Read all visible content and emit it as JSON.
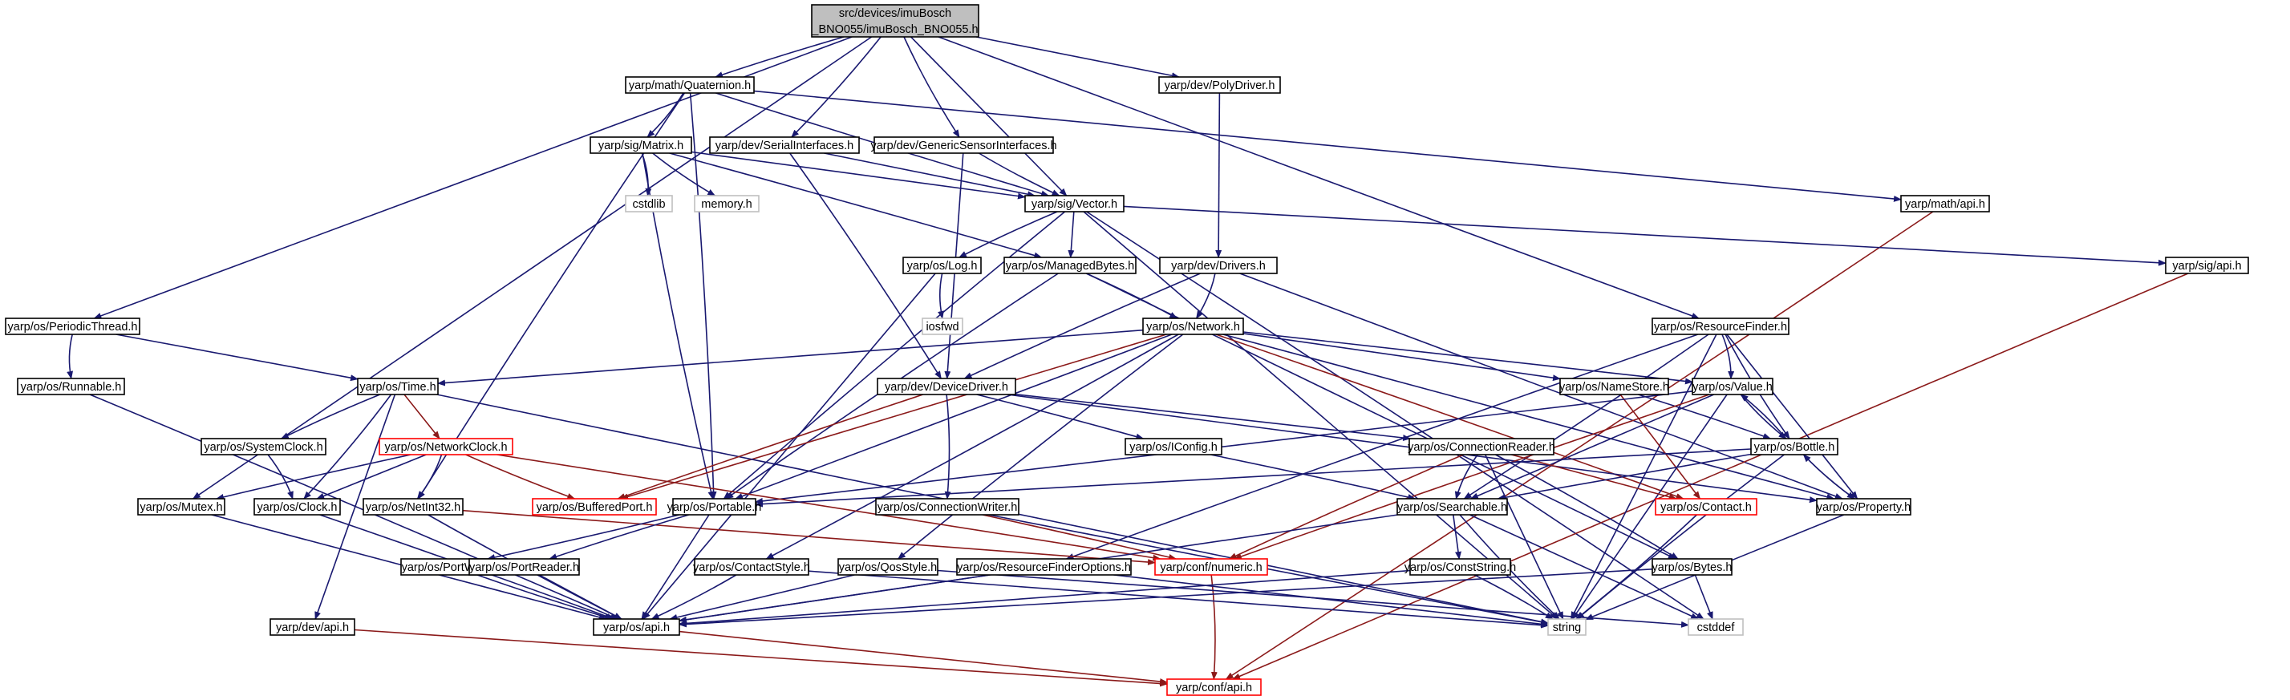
{
  "colors": {
    "edge": "#191970",
    "edge_to_truncated": "#8b1a1a",
    "normal_border": "#000000",
    "truncated_border": "#ff0000",
    "system_border": "#bfbfbf",
    "root_fill": "#bfbfbf",
    "node_fill": "#ffffff"
  },
  "nodes": {
    "root": {
      "lines": [
        "src/devices/imuBosch",
        "_BNO055/imuBosch_BNO055.h"
      ],
      "kind": "root"
    },
    "quaternion": {
      "lines": [
        "yarp/math/Quaternion.h"
      ],
      "kind": "normal"
    },
    "polydriver": {
      "lines": [
        "yarp/dev/PolyDriver.h"
      ],
      "kind": "normal"
    },
    "matrix": {
      "lines": [
        "yarp/sig/Matrix.h"
      ],
      "kind": "normal"
    },
    "serialif": {
      "lines": [
        "yarp/dev/SerialInterfaces.h"
      ],
      "kind": "normal"
    },
    "genericsens": {
      "lines": [
        "yarp/dev/GenericSensorInterfaces.h"
      ],
      "kind": "normal"
    },
    "mathapi": {
      "lines": [
        "yarp/math/api.h"
      ],
      "kind": "normal"
    },
    "cstdlib": {
      "lines": [
        "cstdlib"
      ],
      "kind": "system"
    },
    "memory": {
      "lines": [
        "memory.h"
      ],
      "kind": "system"
    },
    "vector": {
      "lines": [
        "yarp/sig/Vector.h"
      ],
      "kind": "normal"
    },
    "log": {
      "lines": [
        "yarp/os/Log.h"
      ],
      "kind": "normal"
    },
    "managedbytes": {
      "lines": [
        "yarp/os/ManagedBytes.h"
      ],
      "kind": "normal"
    },
    "drivers": {
      "lines": [
        "yarp/dev/Drivers.h"
      ],
      "kind": "normal"
    },
    "sigapi": {
      "lines": [
        "yarp/sig/api.h"
      ],
      "kind": "normal"
    },
    "periodic": {
      "lines": [
        "yarp/os/PeriodicThread.h"
      ],
      "kind": "normal"
    },
    "iosfwd": {
      "lines": [
        "iosfwd"
      ],
      "kind": "system"
    },
    "network": {
      "lines": [
        "yarp/os/Network.h"
      ],
      "kind": "normal"
    },
    "resfinder": {
      "lines": [
        "yarp/os/ResourceFinder.h"
      ],
      "kind": "normal"
    },
    "runnable": {
      "lines": [
        "yarp/os/Runnable.h"
      ],
      "kind": "normal"
    },
    "time": {
      "lines": [
        "yarp/os/Time.h"
      ],
      "kind": "normal"
    },
    "devicedriver": {
      "lines": [
        "yarp/dev/DeviceDriver.h"
      ],
      "kind": "normal"
    },
    "namestore": {
      "lines": [
        "yarp/os/NameStore.h"
      ],
      "kind": "normal"
    },
    "value": {
      "lines": [
        "yarp/os/Value.h"
      ],
      "kind": "normal"
    },
    "sysclock": {
      "lines": [
        "yarp/os/SystemClock.h"
      ],
      "kind": "normal"
    },
    "netclock": {
      "lines": [
        "yarp/os/NetworkClock.h"
      ],
      "kind": "truncated"
    },
    "iconfig": {
      "lines": [
        "yarp/os/IConfig.h"
      ],
      "kind": "normal"
    },
    "connreader": {
      "lines": [
        "yarp/os/ConnectionReader.h"
      ],
      "kind": "normal"
    },
    "bottle": {
      "lines": [
        "yarp/os/Bottle.h"
      ],
      "kind": "normal"
    },
    "mutex": {
      "lines": [
        "yarp/os/Mutex.h"
      ],
      "kind": "normal"
    },
    "clock": {
      "lines": [
        "yarp/os/Clock.h"
      ],
      "kind": "normal"
    },
    "netint32": {
      "lines": [
        "yarp/os/NetInt32.h"
      ],
      "kind": "normal"
    },
    "bufport": {
      "lines": [
        "yarp/os/BufferedPort.h"
      ],
      "kind": "truncated"
    },
    "portable": {
      "lines": [
        "yarp/os/Portable.h"
      ],
      "kind": "normal"
    },
    "connwriter": {
      "lines": [
        "yarp/os/ConnectionWriter.h"
      ],
      "kind": "normal"
    },
    "searchable": {
      "lines": [
        "yarp/os/Searchable.h"
      ],
      "kind": "normal"
    },
    "contact": {
      "lines": [
        "yarp/os/Contact.h"
      ],
      "kind": "truncated"
    },
    "property": {
      "lines": [
        "yarp/os/Property.h"
      ],
      "kind": "normal"
    },
    "numeric": {
      "lines": [
        "yarp/conf/numeric.h"
      ],
      "kind": "truncated"
    },
    "portwriter": {
      "lines": [
        "yarp/os/PortWriter.h"
      ],
      "kind": "normal"
    },
    "portreader": {
      "lines": [
        "yarp/os/PortReader.h"
      ],
      "kind": "normal"
    },
    "contactstyle": {
      "lines": [
        "yarp/os/ContactStyle.h"
      ],
      "kind": "normal"
    },
    "qosstyle": {
      "lines": [
        "yarp/os/QosStyle.h"
      ],
      "kind": "normal"
    },
    "rfoptions": {
      "lines": [
        "yarp/os/ResourceFinderOptions.h"
      ],
      "kind": "normal"
    },
    "conststring": {
      "lines": [
        "yarp/os/ConstString.h"
      ],
      "kind": "normal"
    },
    "bytes": {
      "lines": [
        "yarp/os/Bytes.h"
      ],
      "kind": "normal"
    },
    "osapi": {
      "lines": [
        "yarp/os/api.h"
      ],
      "kind": "normal"
    },
    "string": {
      "lines": [
        "string"
      ],
      "kind": "system"
    },
    "cstddef": {
      "lines": [
        "cstddef"
      ],
      "kind": "system"
    },
    "devapi": {
      "lines": [
        "yarp/dev/api.h"
      ],
      "kind": "normal"
    },
    "confapi": {
      "lines": [
        "yarp/conf/api.h"
      ],
      "kind": "truncated"
    }
  },
  "edges": [
    [
      "root",
      "quaternion"
    ],
    [
      "root",
      "polydriver"
    ],
    [
      "root",
      "serialif"
    ],
    [
      "root",
      "genericsens"
    ],
    [
      "root",
      "vector"
    ],
    [
      "root",
      "resfinder"
    ],
    [
      "root",
      "periodic"
    ],
    [
      "root",
      "mutex"
    ],
    [
      "quaternion",
      "matrix"
    ],
    [
      "quaternion",
      "vector"
    ],
    [
      "quaternion",
      "mathapi"
    ],
    [
      "quaternion",
      "portable"
    ],
    [
      "quaternion",
      "netint32"
    ],
    [
      "polydriver",
      "drivers"
    ],
    [
      "matrix",
      "cstdlib"
    ],
    [
      "matrix",
      "memory"
    ],
    [
      "matrix",
      "vector"
    ],
    [
      "matrix",
      "managedbytes"
    ],
    [
      "matrix",
      "portable"
    ],
    [
      "serialif",
      "vector"
    ],
    [
      "serialif",
      "devicedriver"
    ],
    [
      "genericsens",
      "vector"
    ],
    [
      "genericsens",
      "devicedriver"
    ],
    [
      "mathapi",
      "confapi"
    ],
    [
      "vector",
      "log"
    ],
    [
      "vector",
      "managedbytes"
    ],
    [
      "vector",
      "sigapi"
    ],
    [
      "vector",
      "portable"
    ],
    [
      "vector",
      "string"
    ],
    [
      "vector",
      "cstddef"
    ],
    [
      "log",
      "iosfwd"
    ],
    [
      "log",
      "osapi"
    ],
    [
      "managedbytes",
      "network"
    ],
    [
      "managedbytes",
      "portable"
    ],
    [
      "managedbytes",
      "bytes"
    ],
    [
      "drivers",
      "network"
    ],
    [
      "drivers",
      "devicedriver"
    ],
    [
      "drivers",
      "property"
    ],
    [
      "sigapi",
      "confapi"
    ],
    [
      "periodic",
      "runnable"
    ],
    [
      "periodic",
      "time"
    ],
    [
      "network",
      "time"
    ],
    [
      "network",
      "namestore"
    ],
    [
      "network",
      "value"
    ],
    [
      "network",
      "contact"
    ],
    [
      "network",
      "property"
    ],
    [
      "network",
      "portable"
    ],
    [
      "network",
      "contactstyle"
    ],
    [
      "network",
      "qosstyle"
    ],
    [
      "network",
      "bufport"
    ],
    [
      "resfinder",
      "value"
    ],
    [
      "resfinder",
      "bottle"
    ],
    [
      "resfinder",
      "property"
    ],
    [
      "resfinder",
      "searchable"
    ],
    [
      "resfinder",
      "rfoptions"
    ],
    [
      "resfinder",
      "string"
    ],
    [
      "runnable",
      "osapi"
    ],
    [
      "time",
      "sysclock"
    ],
    [
      "time",
      "netclock"
    ],
    [
      "time",
      "clock"
    ],
    [
      "time",
      "string"
    ],
    [
      "time",
      "devapi"
    ],
    [
      "devicedriver",
      "iconfig"
    ],
    [
      "devicedriver",
      "connreader"
    ],
    [
      "devicedriver",
      "property"
    ],
    [
      "devicedriver",
      "connwriter"
    ],
    [
      "devicedriver",
      "bufport"
    ],
    [
      "namestore",
      "contact"
    ],
    [
      "namestore",
      "bottle"
    ],
    [
      "value",
      "bottle"
    ],
    [
      "value",
      "searchable"
    ],
    [
      "value",
      "portable"
    ],
    [
      "value",
      "numeric"
    ],
    [
      "value",
      "string"
    ],
    [
      "sysclock",
      "clock"
    ],
    [
      "netclock",
      "mutex"
    ],
    [
      "netclock",
      "clock"
    ],
    [
      "netclock",
      "netint32"
    ],
    [
      "netclock",
      "bufport"
    ],
    [
      "netclock",
      "numeric"
    ],
    [
      "iconfig",
      "searchable"
    ],
    [
      "connreader",
      "searchable"
    ],
    [
      "connreader",
      "contact"
    ],
    [
      "connreader",
      "bytes"
    ],
    [
      "connreader",
      "numeric"
    ],
    [
      "connreader",
      "string"
    ],
    [
      "bottle",
      "value"
    ],
    [
      "bottle",
      "property"
    ],
    [
      "bottle",
      "searchable"
    ],
    [
      "bottle",
      "portable"
    ],
    [
      "bottle",
      "string"
    ],
    [
      "mutex",
      "osapi"
    ],
    [
      "clock",
      "osapi"
    ],
    [
      "netint32",
      "osapi"
    ],
    [
      "netint32",
      "numeric"
    ],
    [
      "portable",
      "portwriter"
    ],
    [
      "portable",
      "portreader"
    ],
    [
      "portable",
      "osapi"
    ],
    [
      "connwriter",
      "numeric"
    ],
    [
      "connwriter",
      "string"
    ],
    [
      "searchable",
      "conststring"
    ],
    [
      "searchable",
      "osapi"
    ],
    [
      "searchable",
      "string"
    ],
    [
      "searchable",
      "cstddef"
    ],
    [
      "contact",
      "string"
    ],
    [
      "property",
      "bottle"
    ],
    [
      "property",
      "string"
    ],
    [
      "numeric",
      "confapi"
    ],
    [
      "portwriter",
      "osapi"
    ],
    [
      "portreader",
      "osapi"
    ],
    [
      "contactstyle",
      "osapi"
    ],
    [
      "contactstyle",
      "string"
    ],
    [
      "qosstyle",
      "osapi"
    ],
    [
      "qosstyle",
      "cstddef"
    ],
    [
      "rfoptions",
      "osapi"
    ],
    [
      "rfoptions",
      "string"
    ],
    [
      "conststring",
      "string"
    ],
    [
      "conststring",
      "osapi"
    ],
    [
      "bytes",
      "cstddef"
    ],
    [
      "bytes",
      "osapi"
    ],
    [
      "osapi",
      "confapi"
    ],
    [
      "devapi",
      "confapi"
    ]
  ]
}
